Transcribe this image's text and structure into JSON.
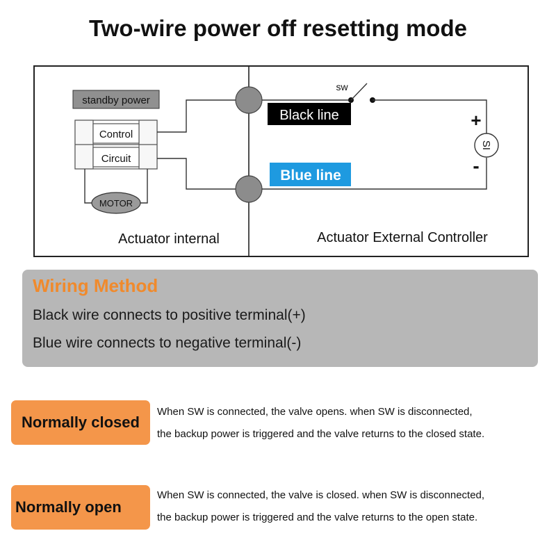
{
  "title": "Two-wire power off resetting mode",
  "diagram": {
    "standby_power": "standby power",
    "control": "Control",
    "circuit": "Circuit",
    "motor": "MOTOR",
    "sw": "sw",
    "black_line": "Black line",
    "blue_line": "Blue line",
    "plus": "+",
    "minus": "-",
    "source_symbol": "SI",
    "actuator_internal": "Actuator internal",
    "actuator_external": "Actuator External Controller",
    "colors": {
      "black_label_bg": "#000000",
      "blue_label_bg": "#1e9ae0",
      "terminal": "#8c8c8c"
    }
  },
  "wiring": {
    "title": "Wiring Method",
    "line1": "Black  wire connects to positive terminal(+)",
    "line2": "Blue wire connects to negative terminal(-)",
    "colors": {
      "box": "#b7b7b7",
      "title": "#f08a2c"
    }
  },
  "modes": {
    "normally_closed": {
      "label": "Normally closed",
      "desc1": "When SW is connected, the valve opens. when SW is disconnected,",
      "desc2": "the backup power is triggered and the valve returns to the closed state."
    },
    "normally_open": {
      "label": "Normally open",
      "desc1": "When SW is connected, the valve is closed. when SW is disconnected,",
      "desc2": "the backup power is triggered and the valve returns to the open state."
    },
    "colors": {
      "badge": "#f4964a"
    }
  }
}
